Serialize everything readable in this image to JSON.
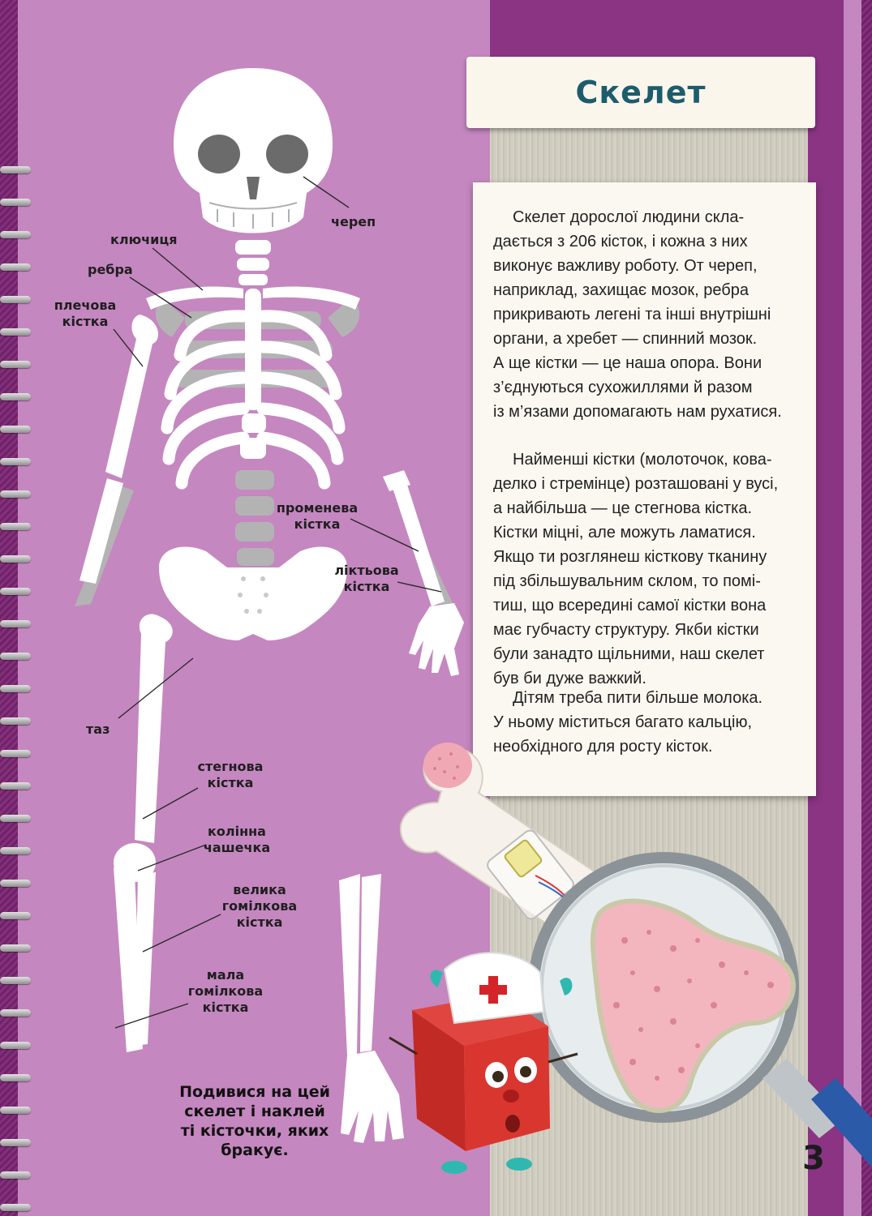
{
  "page": {
    "title": "Скелет",
    "page_number": "3"
  },
  "text": {
    "paragraph1": [
      "Скелет дорослої людини скла-",
      "дається з 206 кісток, і кожна з них",
      "виконує важливу роботу. От череп,",
      "наприклад, захищає мозок, ребра",
      "прикривають легені та інші внутрішні",
      "органи, а хребет — спинний мозок.",
      "А ще кістки — це наша опора. Вони",
      "з’єднуються сухожиллями й разом",
      "із м’язами допомагають нам рухатися."
    ],
    "paragraph2": [
      "Найменші кістки (молоточок, кова-",
      "делко і стремінце) розташовані у вусі,",
      "а найбільша — це стегнова кістка.",
      "Кістки міцні, але можуть ламатися.",
      "Якщо ти розглянеш кісткову тканину",
      "під збільшувальним склом, то помі-",
      "тиш, що всередині самої кістки вона",
      "має губчасту структуру. Якби кістки",
      "були занадто щільними, наш скелет",
      "був би дуже важкий."
    ],
    "paragraph3": [
      "Дітям треба пити більше молока.",
      "У ньому міститься багато кальцію,",
      "необхідного для росту кісток."
    ]
  },
  "labels": {
    "skull": "череп",
    "clavicle": "ключиця",
    "ribs": "ребра",
    "humerus": [
      "плечова",
      "кістка"
    ],
    "radius": [
      "променева",
      "кістка"
    ],
    "ulna": [
      "ліктьова",
      "кістка"
    ],
    "pelvis": "таз",
    "femur": [
      "стегнова",
      "кістка"
    ],
    "patella": [
      "колінна",
      "чашечка"
    ],
    "tibia": [
      "велика",
      "гомілкова",
      "кістка"
    ],
    "fibula": [
      "мала",
      "гомілкова",
      "кістка"
    ]
  },
  "sticker_note": [
    "Подивися на цей",
    "скелет і наклей",
    "ті кісточки, яких",
    "бракує."
  ],
  "icons": {
    "skeleton": "skeleton-illustration-icon",
    "bone": "bone-icon",
    "magnifier": "magnifier-icon",
    "character": "nurse-cube-character-icon",
    "cross": "red-cross-icon"
  },
  "colors": {
    "page_bg": "#c587c0",
    "border": "#7a2a72",
    "title": "#1d5c6d",
    "bone": "#ffffff",
    "missing_bone": "#b3b3b3",
    "marrow": "#f0a9b4"
  }
}
